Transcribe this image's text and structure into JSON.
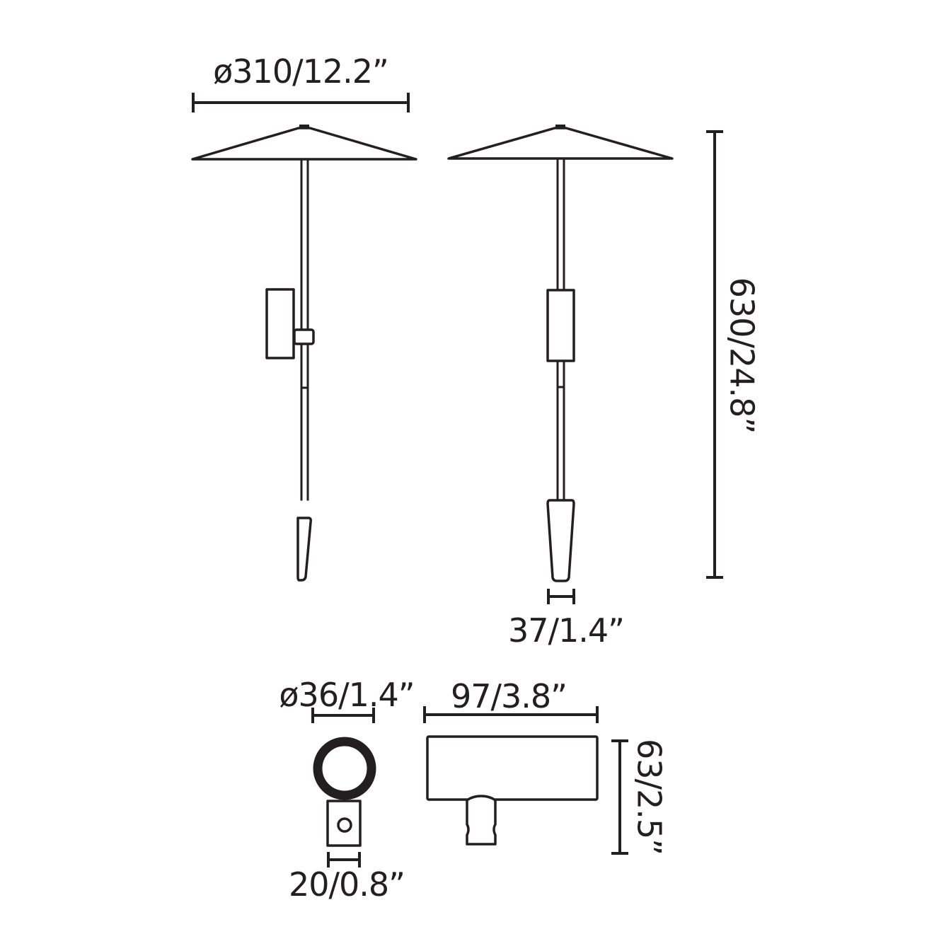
{
  "diagram": {
    "type": "technical-dimension-drawing",
    "subject": "spike garden lamp with umbrella shade",
    "ink_color": "#231f20",
    "background_color": "#ffffff"
  },
  "dimensions": {
    "shade_diameter": "ø310/12.2”",
    "overall_height": "630/24.8”",
    "spike_width": "37/1.4”",
    "connector_diameter": "ø36/1.4”",
    "connector_width": "20/0.8”",
    "box_width": "97/3.8”",
    "box_height": "63/2.5”"
  },
  "views": {
    "side_view": "side elevation",
    "front_view": "front elevation",
    "top_detail": "connector top detail",
    "box_detail": "junction box detail"
  }
}
